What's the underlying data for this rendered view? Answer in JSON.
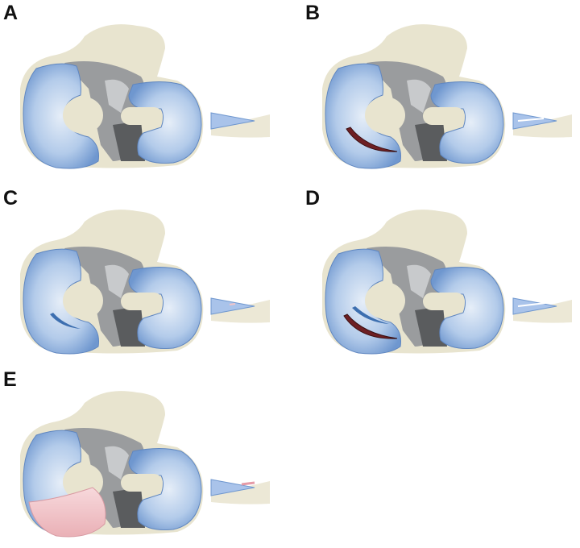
{
  "panels": [
    {
      "label": "A",
      "tear": "none"
    },
    {
      "label": "B",
      "tear": "horizontal-red"
    },
    {
      "label": "C",
      "tear": "partial-blue"
    },
    {
      "label": "D",
      "tear": "double-red"
    },
    {
      "label": "E",
      "tear": "pink-flap"
    }
  ],
  "colors": {
    "bone": "#e8e4cf",
    "meniscus": "#8fb1de",
    "meniscus_light": "#dbe8f6",
    "gray": "#8c8e90",
    "tear_red": "#6e1f23",
    "tear_pink": "#f2c4c8"
  }
}
